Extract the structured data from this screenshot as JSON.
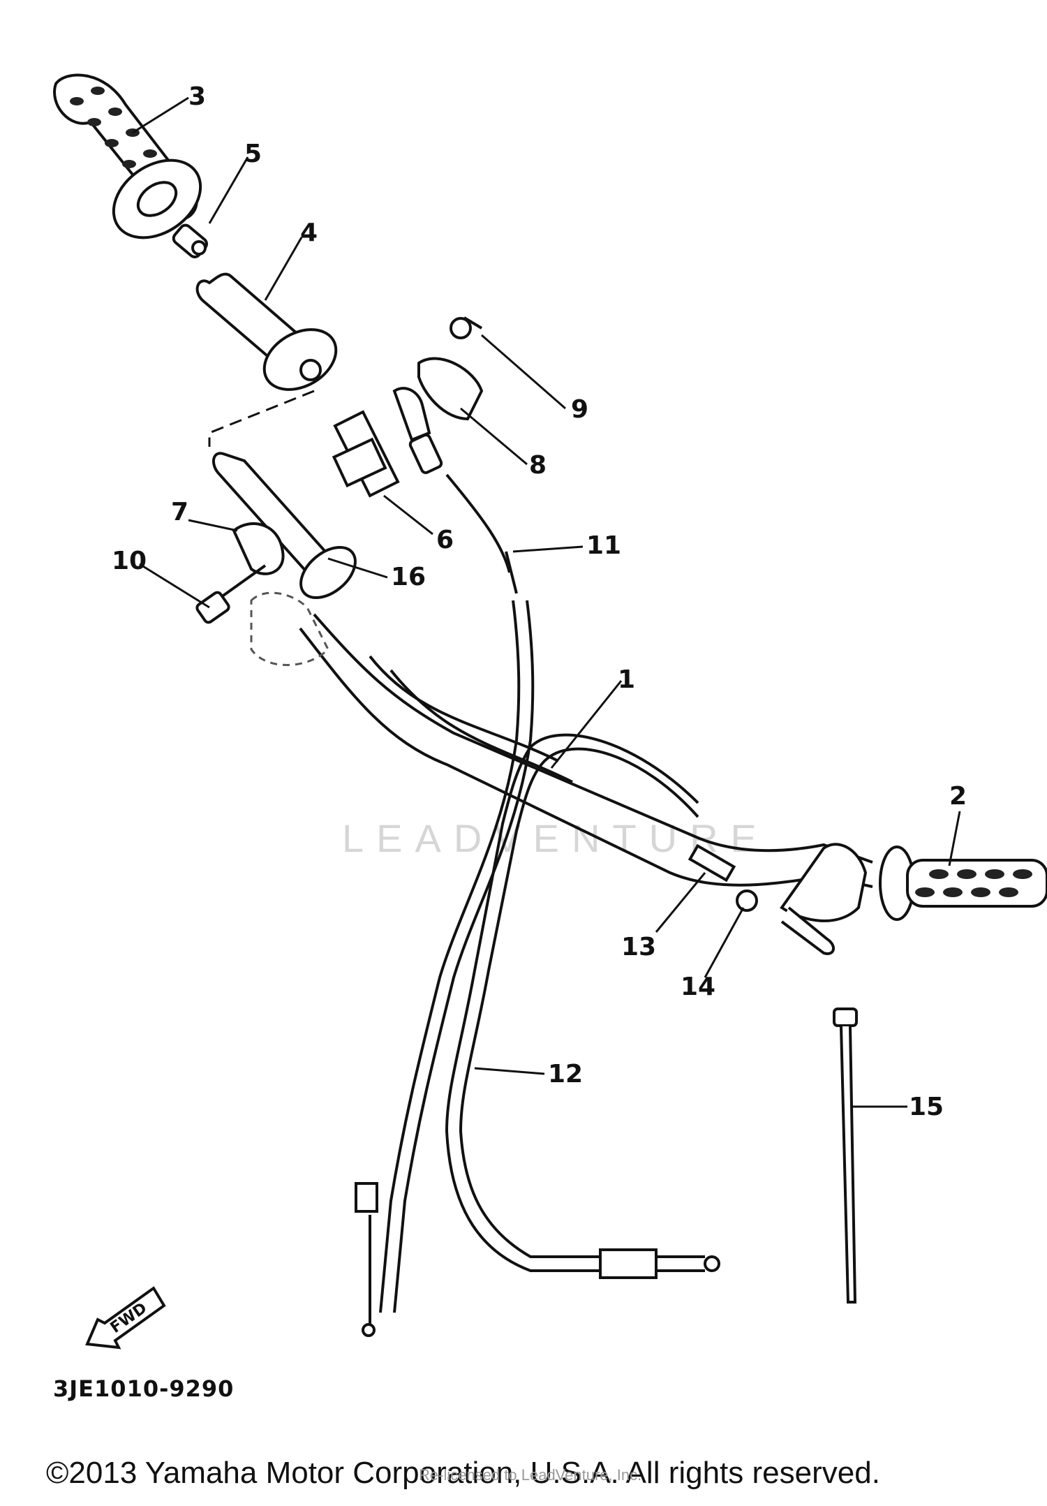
{
  "diagram": {
    "callouts": [
      "1",
      "2",
      "3",
      "4",
      "5",
      "6",
      "7",
      "8",
      "9",
      "10",
      "11",
      "12",
      "13",
      "14",
      "15",
      "16"
    ],
    "fwd_label": "FWD",
    "watermark": "LEADVENTURE",
    "diagram_code": "3JE1010-9290"
  },
  "footer": {
    "copyright": "©2013 Yamaha Motor Corporation, U.S.A. All rights reserved.",
    "licensed": "Re-licensed to LeadVenture, Inc."
  }
}
